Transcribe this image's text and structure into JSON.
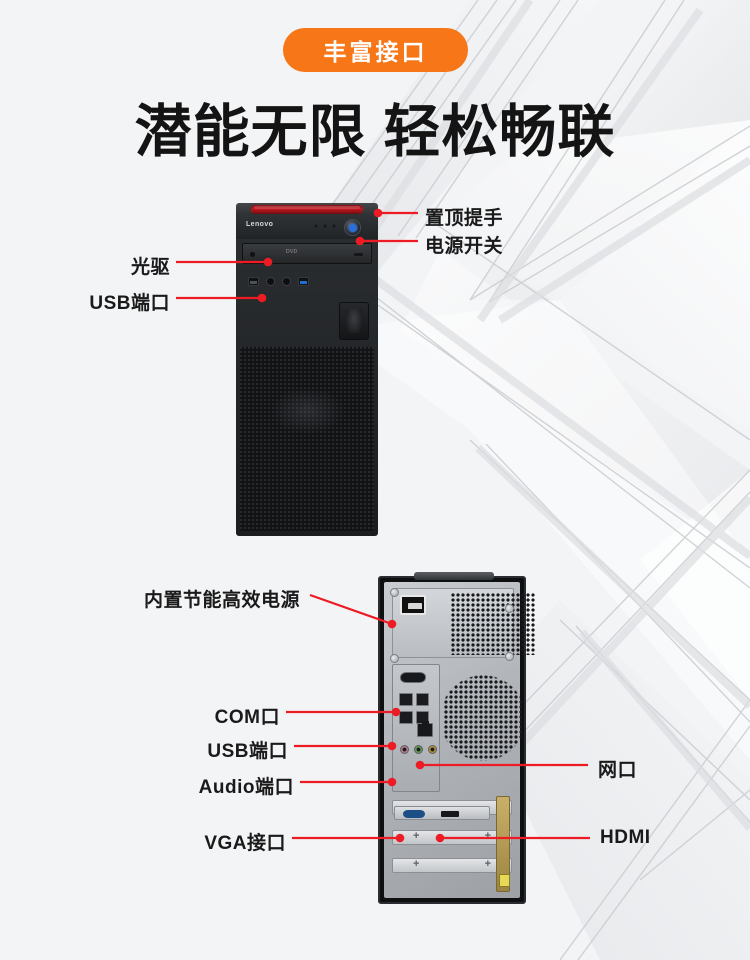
{
  "badge": {
    "text": "丰富接口",
    "color": "#f77617"
  },
  "headline": {
    "text": "潜能无限 轻松畅联",
    "color": "#141414"
  },
  "theme": {
    "leader_line_color": "#ed1c24",
    "background": "#f1f2f4",
    "label_color": "#1a1a1a"
  },
  "front_view": {
    "brand_logo": "Lenovo",
    "drive_text": "DVD",
    "labels": [
      {
        "id": "optical-drive",
        "text": "光驱",
        "side": "left"
      },
      {
        "id": "usb-ports",
        "text": "USB端口",
        "side": "left"
      },
      {
        "id": "top-handle",
        "text": "置顶提手",
        "side": "right"
      },
      {
        "id": "power-switch",
        "text": "电源开关",
        "side": "right"
      }
    ]
  },
  "rear_view": {
    "labels": [
      {
        "id": "power-supply",
        "text": "内置节能高效电源",
        "side": "left"
      },
      {
        "id": "com-port",
        "text": "COM口",
        "side": "left"
      },
      {
        "id": "usb-port",
        "text": "USB端口",
        "side": "left"
      },
      {
        "id": "audio-port",
        "text": "Audio端口",
        "side": "left"
      },
      {
        "id": "vga-port",
        "text": "VGA接口",
        "side": "left"
      },
      {
        "id": "lan-port",
        "text": "网口",
        "side": "right"
      },
      {
        "id": "hdmi-port",
        "text": "HDMI",
        "side": "right"
      }
    ]
  }
}
